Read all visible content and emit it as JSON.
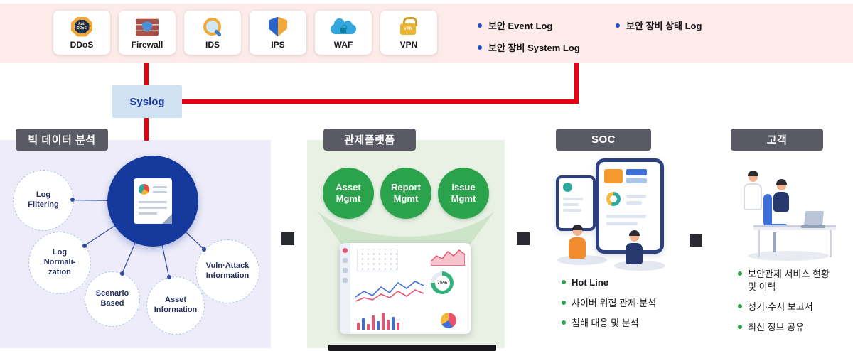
{
  "top": {
    "devices": [
      {
        "label": "DDoS",
        "badge": "Anti DDoS",
        "icon": "anti-ddos-badge-icon"
      },
      {
        "label": "Firewall",
        "icon": "firewall-brick-shield-icon"
      },
      {
        "label": "IDS",
        "icon": "magnifier-icon"
      },
      {
        "label": "IPS",
        "icon": "split-shield-icon"
      },
      {
        "label": "WAF",
        "icon": "cloud-lock-icon"
      },
      {
        "label": "VPN",
        "badge": "VPN",
        "icon": "padlock-icon"
      }
    ],
    "log_columns": [
      {
        "items": [
          "보안 Event Log",
          "보안 장비 System Log"
        ]
      },
      {
        "items": [
          "보안 장비 상태 Log"
        ]
      }
    ]
  },
  "syslog_label": "Syslog",
  "panels": {
    "bigdata": {
      "title": "빅 데이터 분석",
      "nodes": [
        "Log\nFiltering",
        "Log\nNormali-\nzation",
        "Scenario\nBased",
        "Asset\nInformation",
        "Vuln·Attack\nInformation"
      ]
    },
    "platform": {
      "title": "관제플랫폼",
      "circles": [
        "Asset\nMgmt",
        "Report\nMgmt",
        "Issue\nMgmt"
      ],
      "gauge": "75%"
    },
    "soc": {
      "title": "SOC",
      "bullets": [
        "Hot Line",
        "사이버 위협 관제·분석",
        "침해 대응 및 분석"
      ]
    },
    "customer": {
      "title": "고객",
      "bullets": [
        "보안관제 서비스 현황\n및 이력",
        "정기·수시 보고서",
        "최신 정보 공유"
      ]
    }
  },
  "colors": {
    "accent_red": "#e60012",
    "hub_blue": "#16399e",
    "green": "#2ba24c",
    "tab_gray": "#5a5a64",
    "panel1_bg": "#edecf8",
    "panel2_bg": "#e9f1e5",
    "strip_pink": "#fcebe9",
    "syslog_bg": "#cfe1f2"
  }
}
